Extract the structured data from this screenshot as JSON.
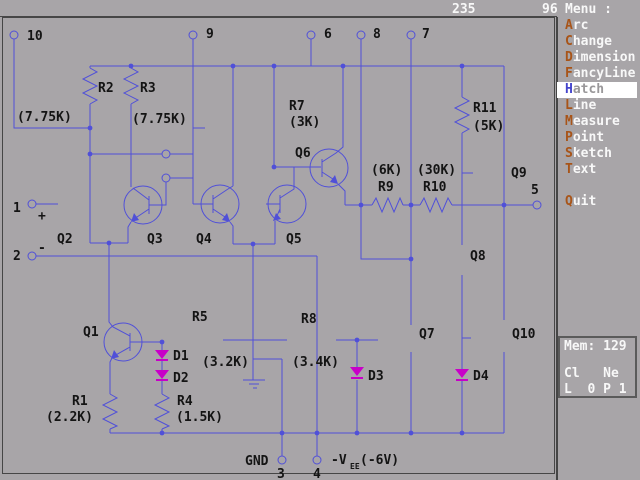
{
  "status": {
    "x_value": "235",
    "y_value": "96",
    "menu_label": "Menu :"
  },
  "menu": {
    "items": [
      {
        "hotkey": "A",
        "rest": "rc",
        "label": "Arc",
        "highlighted": false
      },
      {
        "hotkey": "C",
        "rest": "hange",
        "label": "Change",
        "highlighted": false
      },
      {
        "hotkey": "D",
        "rest": "imension",
        "label": "Dimension",
        "highlighted": false
      },
      {
        "hotkey": "F",
        "rest": "ancyLine",
        "label": "FancyLine",
        "highlighted": false
      },
      {
        "hotkey": "H",
        "rest": "atch",
        "label": "Hatch",
        "highlighted": true
      },
      {
        "hotkey": "L",
        "rest": "ine",
        "label": "Line",
        "highlighted": false
      },
      {
        "hotkey": "M",
        "rest": "easure",
        "label": "Measure",
        "highlighted": false
      },
      {
        "hotkey": "P",
        "rest": "oint",
        "label": "Point",
        "highlighted": false
      },
      {
        "hotkey": "S",
        "rest": "ketch",
        "label": "Sketch",
        "highlighted": false
      },
      {
        "hotkey": "T",
        "rest": "ext",
        "label": "Text",
        "highlighted": false
      },
      {
        "hotkey": "Q",
        "rest": "uit",
        "label": "Quit",
        "highlighted": false
      }
    ]
  },
  "info_box": {
    "mem": "Mem: 129",
    "line2": "Cl   Ne",
    "line3": "L  0 P 1"
  },
  "colors": {
    "background": "#a8a5a8",
    "wire": "#5050d8",
    "diode": "#c800c8",
    "label": "#141414",
    "menu_hotkey": "#a85418",
    "menu_text": "#f8f8f8",
    "highlight_bg": "#ffffff",
    "highlight_hotkey": "#4444cc",
    "border": "#464646"
  },
  "schematic": {
    "labels": {
      "t1": "1",
      "t2": "2",
      "t3": "3",
      "t4": "4",
      "t5": "5",
      "t6": "6",
      "t7": "7",
      "t8": "8",
      "t9": "9",
      "t10": "10",
      "plus": "+",
      "minus": "-",
      "q1": "Q1",
      "q2": "Q2",
      "q3": "Q3",
      "q4": "Q4",
      "q5": "Q5",
      "q6": "Q6",
      "q7": "Q7",
      "q8": "Q8",
      "q9": "Q9",
      "q10": "Q10",
      "r1": "R1",
      "r1v": "(2.2K)",
      "r2": "R2",
      "r2v": "(7.75K)",
      "r3": "R3",
      "r3v": "(7.75K)",
      "r4": "R4",
      "r4v": "(1.5K)",
      "r5": "R5",
      "r5v": "(3.2K)",
      "r7": "R7",
      "r7v": "(3K)",
      "r8": "R8",
      "r8v": "(3.4K)",
      "r9": "R9",
      "r9v": "(6K)",
      "r10": "R10",
      "r10v": "(30K)",
      "r11": "R11",
      "r11v": "(5K)",
      "d1": "D1",
      "d2": "D2",
      "d3": "D3",
      "d4": "D4",
      "gnd": "GND",
      "vee": "-V",
      "vee_sub": "EE",
      "vee_val": "(-6V)"
    }
  }
}
